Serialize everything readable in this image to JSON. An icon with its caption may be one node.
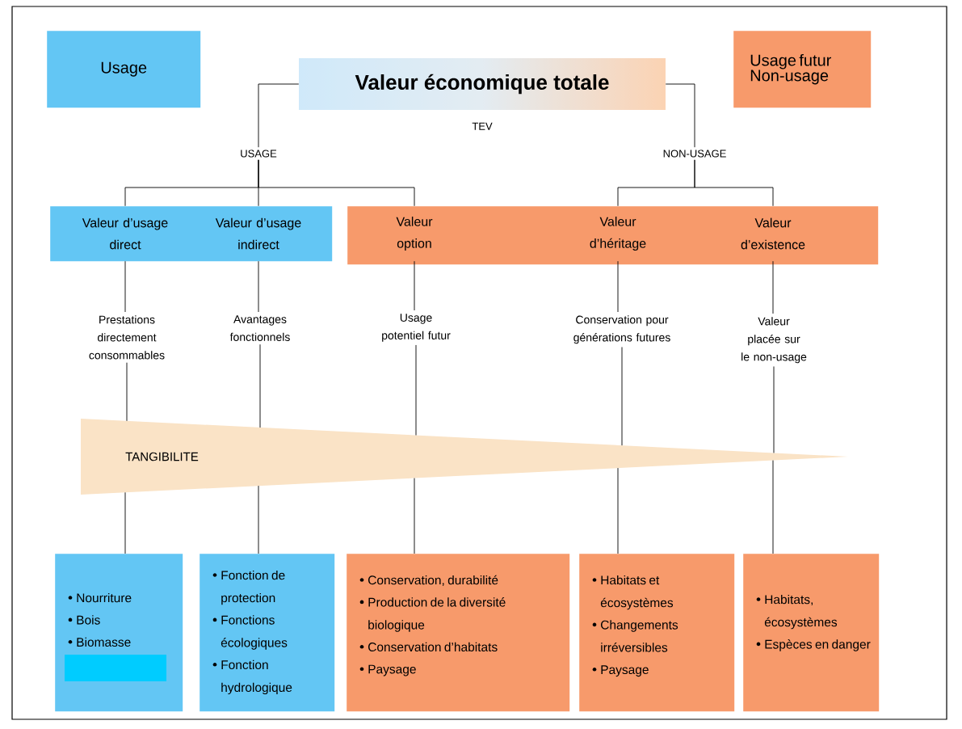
{
  "diagram": {
    "nodes": [
      {
        "text": [
          "Usage"
        ]
      },
      {
        "text": [
          "Usage futur Non-usage"
        ]
      },
      {
        "text": [
          "Valeur économique totale"
        ],
        "beside": [
          "TEV"
        ]
      },
      {
        "text": [
          "USAGE"
        ]
      },
      {
        "text": [
          "NON-USAGE"
        ]
      },
      {
        "text": [],
        "shape": "bar"
      },
      {
        "text": [
          "Valeur d’usage direct"
        ],
        "in": 5
      },
      {
        "text": [
          "Valeur d’usage indirect"
        ],
        "in": 5
      },
      {
        "text": [],
        "shape": "bar"
      },
      {
        "text": [
          "Valeur option"
        ],
        "in": 8
      },
      {
        "text": [
          "Valeur d’héritage"
        ],
        "in": 8
      },
      {
        "text": [
          "Valeur d’existence"
        ],
        "in": 8
      },
      {
        "text": [
          "Prestations directement consommables"
        ]
      },
      {
        "text": [
          "Avantages fonctionnels"
        ]
      },
      {
        "text": [
          "Usage potentiel futur"
        ]
      },
      {
        "text": [
          "Conservation pour générations futures"
        ]
      },
      {
        "text": [
          "Valeur placée sur le non-usage"
        ]
      },
      {
        "text": [
          "TANGIBILITE"
        ]
      },
      {
        "text": [
          "Nourriture",
          "Bois",
          "Biomasse"
        ]
      },
      {
        "text": [
          "Fonction de protection",
          "Fonctions écologiques",
          "Fonction hydrologique"
        ]
      },
      {
        "text": [
          "Conservation, durabilité",
          "Production de la diversité biologique",
          "Conservation d’habitats",
          "Paysage"
        ]
      },
      {
        "text": [
          "Habitats et écosystèmes",
          "Changements irréversibles",
          "Paysage"
        ]
      },
      {
        "text": [
          "Habitats, écosystèmes",
          "Espèces en danger"
        ]
      }
    ],
    "edges": [
      {
        "from": 2,
        "to": 3,
        "arrow": "none"
      },
      {
        "from": 2,
        "to": 4,
        "arrow": "none"
      },
      {
        "from": 3,
        "to": 6,
        "arrow": "none"
      },
      {
        "from": 3,
        "to": 7,
        "arrow": "none"
      },
      {
        "from": 3,
        "to": 9,
        "arrow": "none"
      },
      {
        "from": 4,
        "to": 10,
        "arrow": "none"
      },
      {
        "from": 4,
        "to": 11,
        "arrow": "none"
      },
      {
        "from": 6,
        "to": 12,
        "arrow": "none"
      },
      {
        "from": 7,
        "to": 13,
        "arrow": "none"
      },
      {
        "from": 9,
        "to": 14,
        "arrow": "none"
      },
      {
        "from": 10,
        "to": 15,
        "arrow": "none"
      },
      {
        "from": 11,
        "to": 16,
        "arrow": "none"
      },
      {
        "from": 12,
        "to": 17,
        "arrow": "none"
      },
      {
        "from": 13,
        "to": 17,
        "arrow": "none"
      },
      {
        "from": 14,
        "to": 17,
        "arrow": "none"
      },
      {
        "from": 15,
        "to": 17,
        "arrow": "none"
      },
      {
        "from": 16,
        "to": 17,
        "arrow": "none"
      },
      {
        "from": 17,
        "to": 18,
        "arrow": "none"
      },
      {
        "from": 17,
        "to": 19,
        "arrow": "none"
      },
      {
        "from": 17,
        "to": 20,
        "arrow": "none"
      },
      {
        "from": 17,
        "to": 21,
        "arrow": "none"
      },
      {
        "from": 17,
        "to": 22,
        "arrow": "none"
      }
    ]
  }
}
